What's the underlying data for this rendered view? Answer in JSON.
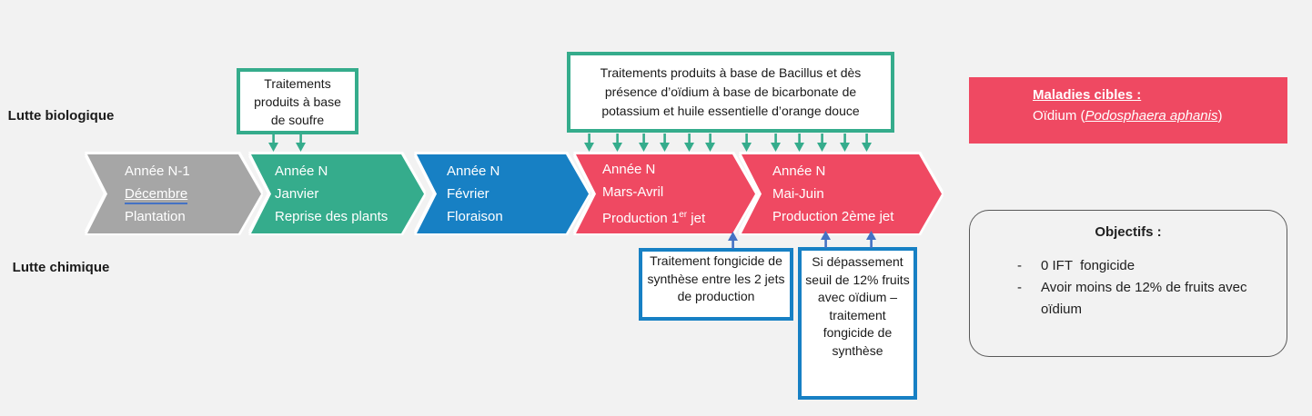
{
  "colors": {
    "background": "#F2F2F2",
    "teal": "#35AC8C",
    "blue": "#1780C4",
    "red": "#EF4962",
    "gray": "#A6A6A6",
    "arrow_blue": "#4472C4"
  },
  "labels": {
    "bio": "Lutte biologique",
    "chem": "Lutte chimique"
  },
  "timeline": {
    "segments": [
      {
        "color": "#A6A6A6",
        "line1": "Année N-1",
        "line2": "Décembre",
        "line3": "Plantation"
      },
      {
        "color": "#35AC8C",
        "line1": "Année N",
        "line2": "Janvier",
        "line3": "Reprise des plants"
      },
      {
        "color": "#1780C4",
        "line1": "Année N",
        "line2": "Février",
        "line3": "Floraison"
      },
      {
        "color": "#EF4962",
        "line1": "Année N",
        "line2": "Mars-Avril",
        "line3_pre": "Production 1",
        "line3_sup": "er",
        "line3_post": " jet"
      },
      {
        "color": "#EF4962",
        "line1": "Année N",
        "line2": "Mai-Juin",
        "line3": "Production 2ème jet"
      }
    ]
  },
  "bio_boxes": {
    "sulfur": {
      "text": "Traitements produits à base de soufre"
    },
    "bacillus": {
      "text": "Traitements produits à base de Bacillus et dès présence d’oïdium à base de bicarbonate de potassium et huile essentielle d’orange douce"
    }
  },
  "chem_boxes": {
    "between_jets": {
      "text": "Traitement fongicide de synthèse entre les 2 jets de production"
    },
    "threshold": {
      "text": "Si dépassement seuil de 12% fruits avec oïdium – traitement fongicide de synthèse"
    }
  },
  "maladies": {
    "title": "Maladies cibles :",
    "body_prefix": "Oïdium (",
    "species": "Podosphaera aphanis",
    "body_suffix": ")"
  },
  "objectifs": {
    "title": "Objectifs :",
    "bullet_marker": "-",
    "bullets": [
      "0 IFT  fongicide",
      "Avoir moins de 12% de fruits avec oïdium"
    ]
  }
}
